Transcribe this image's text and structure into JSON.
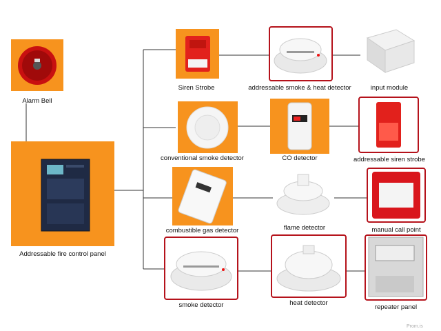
{
  "nodes": {
    "alarm_bell": "Alarm Bell",
    "control_panel": "Addressable fire control panel",
    "siren_strobe": "Siren Strobe",
    "smoke_heat": "addressable smoke & heat detector",
    "input_module": "input module",
    "conventional_smoke": "conventional smoke detector",
    "co_detector": "CO detector",
    "siren_strobe_addr": "addressable siren strobe",
    "gas_detector": "combustible gas detector",
    "flame_detector": "flame detector",
    "call_point": "manual call point",
    "smoke_detector": "smoke detector",
    "heat_detector": "heat detector",
    "repeater_panel": "repeater panel"
  },
  "colors": {
    "orange": "#f7931e",
    "red_frame": "#b5121b",
    "line": "#333333"
  },
  "watermark": "Prom.is"
}
